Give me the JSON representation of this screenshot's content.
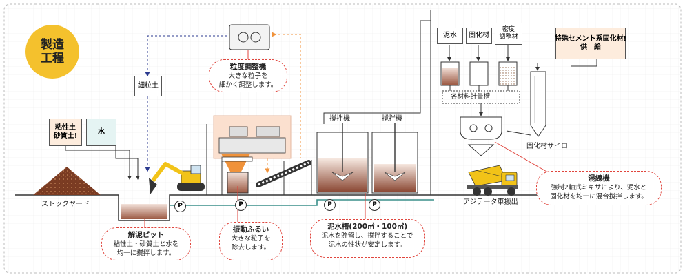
{
  "badge": {
    "line1": "製造",
    "line2": "工程"
  },
  "inputs": {
    "clay": "粘性土\n砂質土!",
    "water": "水"
  },
  "stockyard": "ストックヤード",
  "fine_soil": "細粒土",
  "materials": {
    "slurry": "泥水",
    "binder": "固化材",
    "density": "密度\n調整材"
  },
  "weighing": "各材料計量槽",
  "supply": "特殊セメント系固化材!\n供　給",
  "silo": "固化材サイロ",
  "mixer_label_1": "撹拌機",
  "mixer_label_2": "撹拌機",
  "agitator": "アジテータ車搬出",
  "pump_symbol": "P",
  "callouts": {
    "pit": {
      "title": "解泥ピット",
      "body": "粘性土・砂質土と水を\n均一に撹拌します。"
    },
    "sizing": {
      "title": "粒度調整機",
      "body": "大きな粒子を\n細かく調整します。"
    },
    "screen": {
      "title": "振動ふるい",
      "body": "大きな粒子を\n除去します。"
    },
    "tank": {
      "title": "泥水槽(200㎥・100㎥)",
      "body": "泥水を貯留し、撹拌することで\n泥水の性状が安定します。"
    },
    "mixer": {
      "title": "混練機",
      "body": "強制2軸式ミキサにより、泥水と\n固化材を均一に混合撹拌します。"
    }
  },
  "colors": {
    "accent": "#f4c12d",
    "callout_border": "#e0453d",
    "arrow_orange": "#f0923a",
    "arrow_blue": "#2b3a8f",
    "slurry": "#9c5a44"
  }
}
